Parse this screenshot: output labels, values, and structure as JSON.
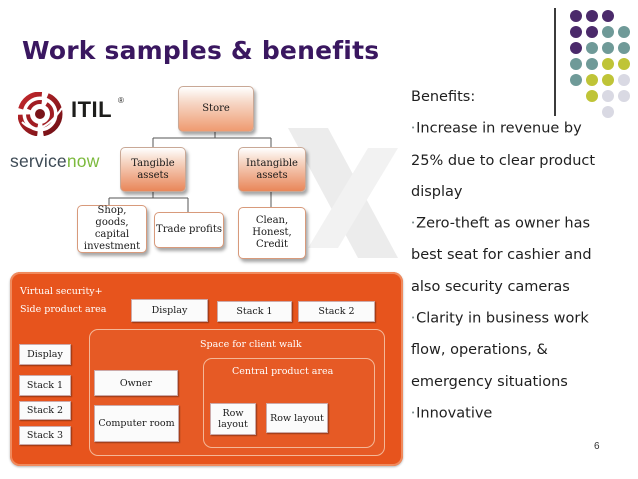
{
  "slide": {
    "title": "Work samples & benefits",
    "page_number": "6"
  },
  "logos": {
    "itil": "ITIL",
    "itil_reg": "®",
    "servicenow_a": "service",
    "servicenow_b": "now"
  },
  "benefits": {
    "heading": "Benefits:",
    "bullet_glyph": "•",
    "items": [
      "Increase in revenue by 25% due to clear product display",
      "Zero-theft as owner has best seat for cashier and also security cameras",
      "Clarity in business work flow, operations, & emergency situations",
      "Innovative"
    ]
  },
  "tree": {
    "root": "Store",
    "left": "Tangible assets",
    "right": "Intangible assets",
    "left_children": [
      "Shop, goods, capital investment",
      "Trade profits"
    ],
    "right_children": [
      "Clean, Honest, Credit"
    ]
  },
  "layout": {
    "side_label_1": "Virtual security+",
    "side_label_2": "Side product area",
    "top_row": [
      "Display",
      "Stack 1",
      "Stack 2"
    ],
    "side_col": [
      "Display",
      "Stack 1",
      "Stack 2",
      "Stack 3"
    ],
    "client_walk": "Space for client walk",
    "owner": "Owner",
    "computer_room": "Computer room",
    "central": "Central product area",
    "row_layout_1": "Row layout",
    "row_layout_2": "Row layout"
  },
  "colors": {
    "title": "#3a1760",
    "diagram_bg": "#e7541d",
    "dot_purple": "#4b2a6b",
    "dot_teal": "#6f9a98",
    "dot_olive": "#bfc437",
    "dot_grey": "#d9d9e3"
  }
}
